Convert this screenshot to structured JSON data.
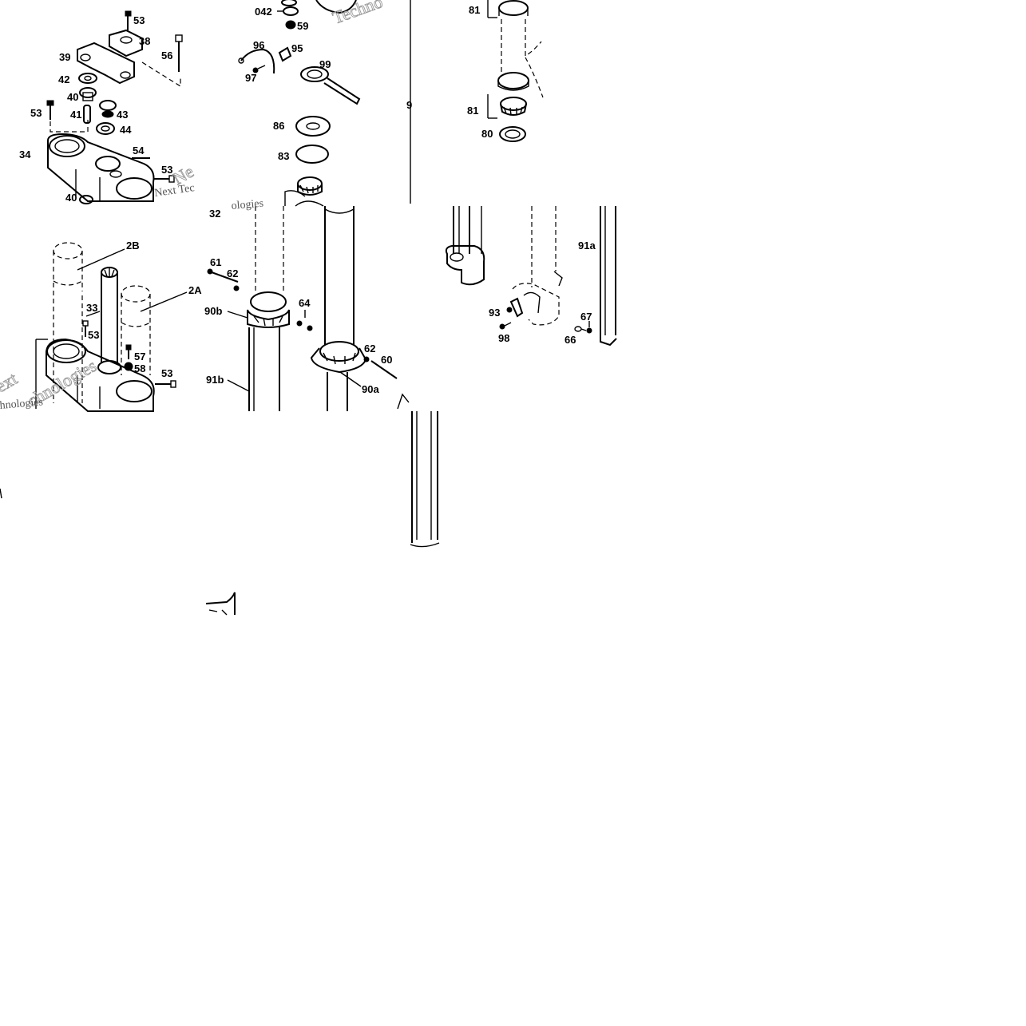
{
  "labels": {
    "l53a": "53",
    "l38": "38",
    "l39": "39",
    "l56": "56",
    "l42": "42",
    "l40a": "40",
    "l41": "41",
    "l43": "43",
    "l53b": "53",
    "l44": "44",
    "l34": "34",
    "l54": "54",
    "l53c": "53",
    "l40b": "40",
    "l042": "042",
    "l59": "59",
    "l96": "96",
    "l95": "95",
    "l97": "97",
    "l99": "99",
    "l86": "86",
    "l83": "83",
    "l32": "32",
    "l81a": "81",
    "l81b": "81",
    "l80": "80",
    "l91a": "91a",
    "l93": "93",
    "l98": "98",
    "l67": "67",
    "l66": "66",
    "l2B": "2B",
    "l2A": "2A",
    "l33": "33",
    "l53d": "53",
    "l57": "57",
    "l58": "58",
    "l53e": "53",
    "l61": "61",
    "l62a": "62",
    "l90b": "90b",
    "l64": "64",
    "l62b": "62",
    "l60": "60",
    "l91b": "91b",
    "l90a": "90a"
  },
  "watermarks": {
    "w1": "Techno",
    "w2": "Ne",
    "w3": "Next Tec",
    "w4": "ologies",
    "w5": "ext",
    "w6": "chnologies",
    "w7": "hnologies"
  }
}
